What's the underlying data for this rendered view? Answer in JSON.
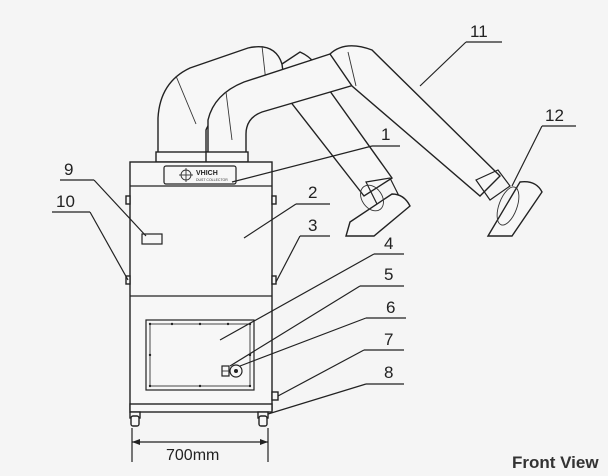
{
  "diagram": {
    "brand": {
      "name": "VHICH",
      "tagline": "DUST COLLECTOR"
    },
    "callouts": [
      "1",
      "2",
      "3",
      "4",
      "5",
      "6",
      "7",
      "8",
      "9",
      "10",
      "11",
      "12"
    ],
    "dimension": {
      "width_label": "700mm"
    },
    "view_label": "Front View"
  }
}
